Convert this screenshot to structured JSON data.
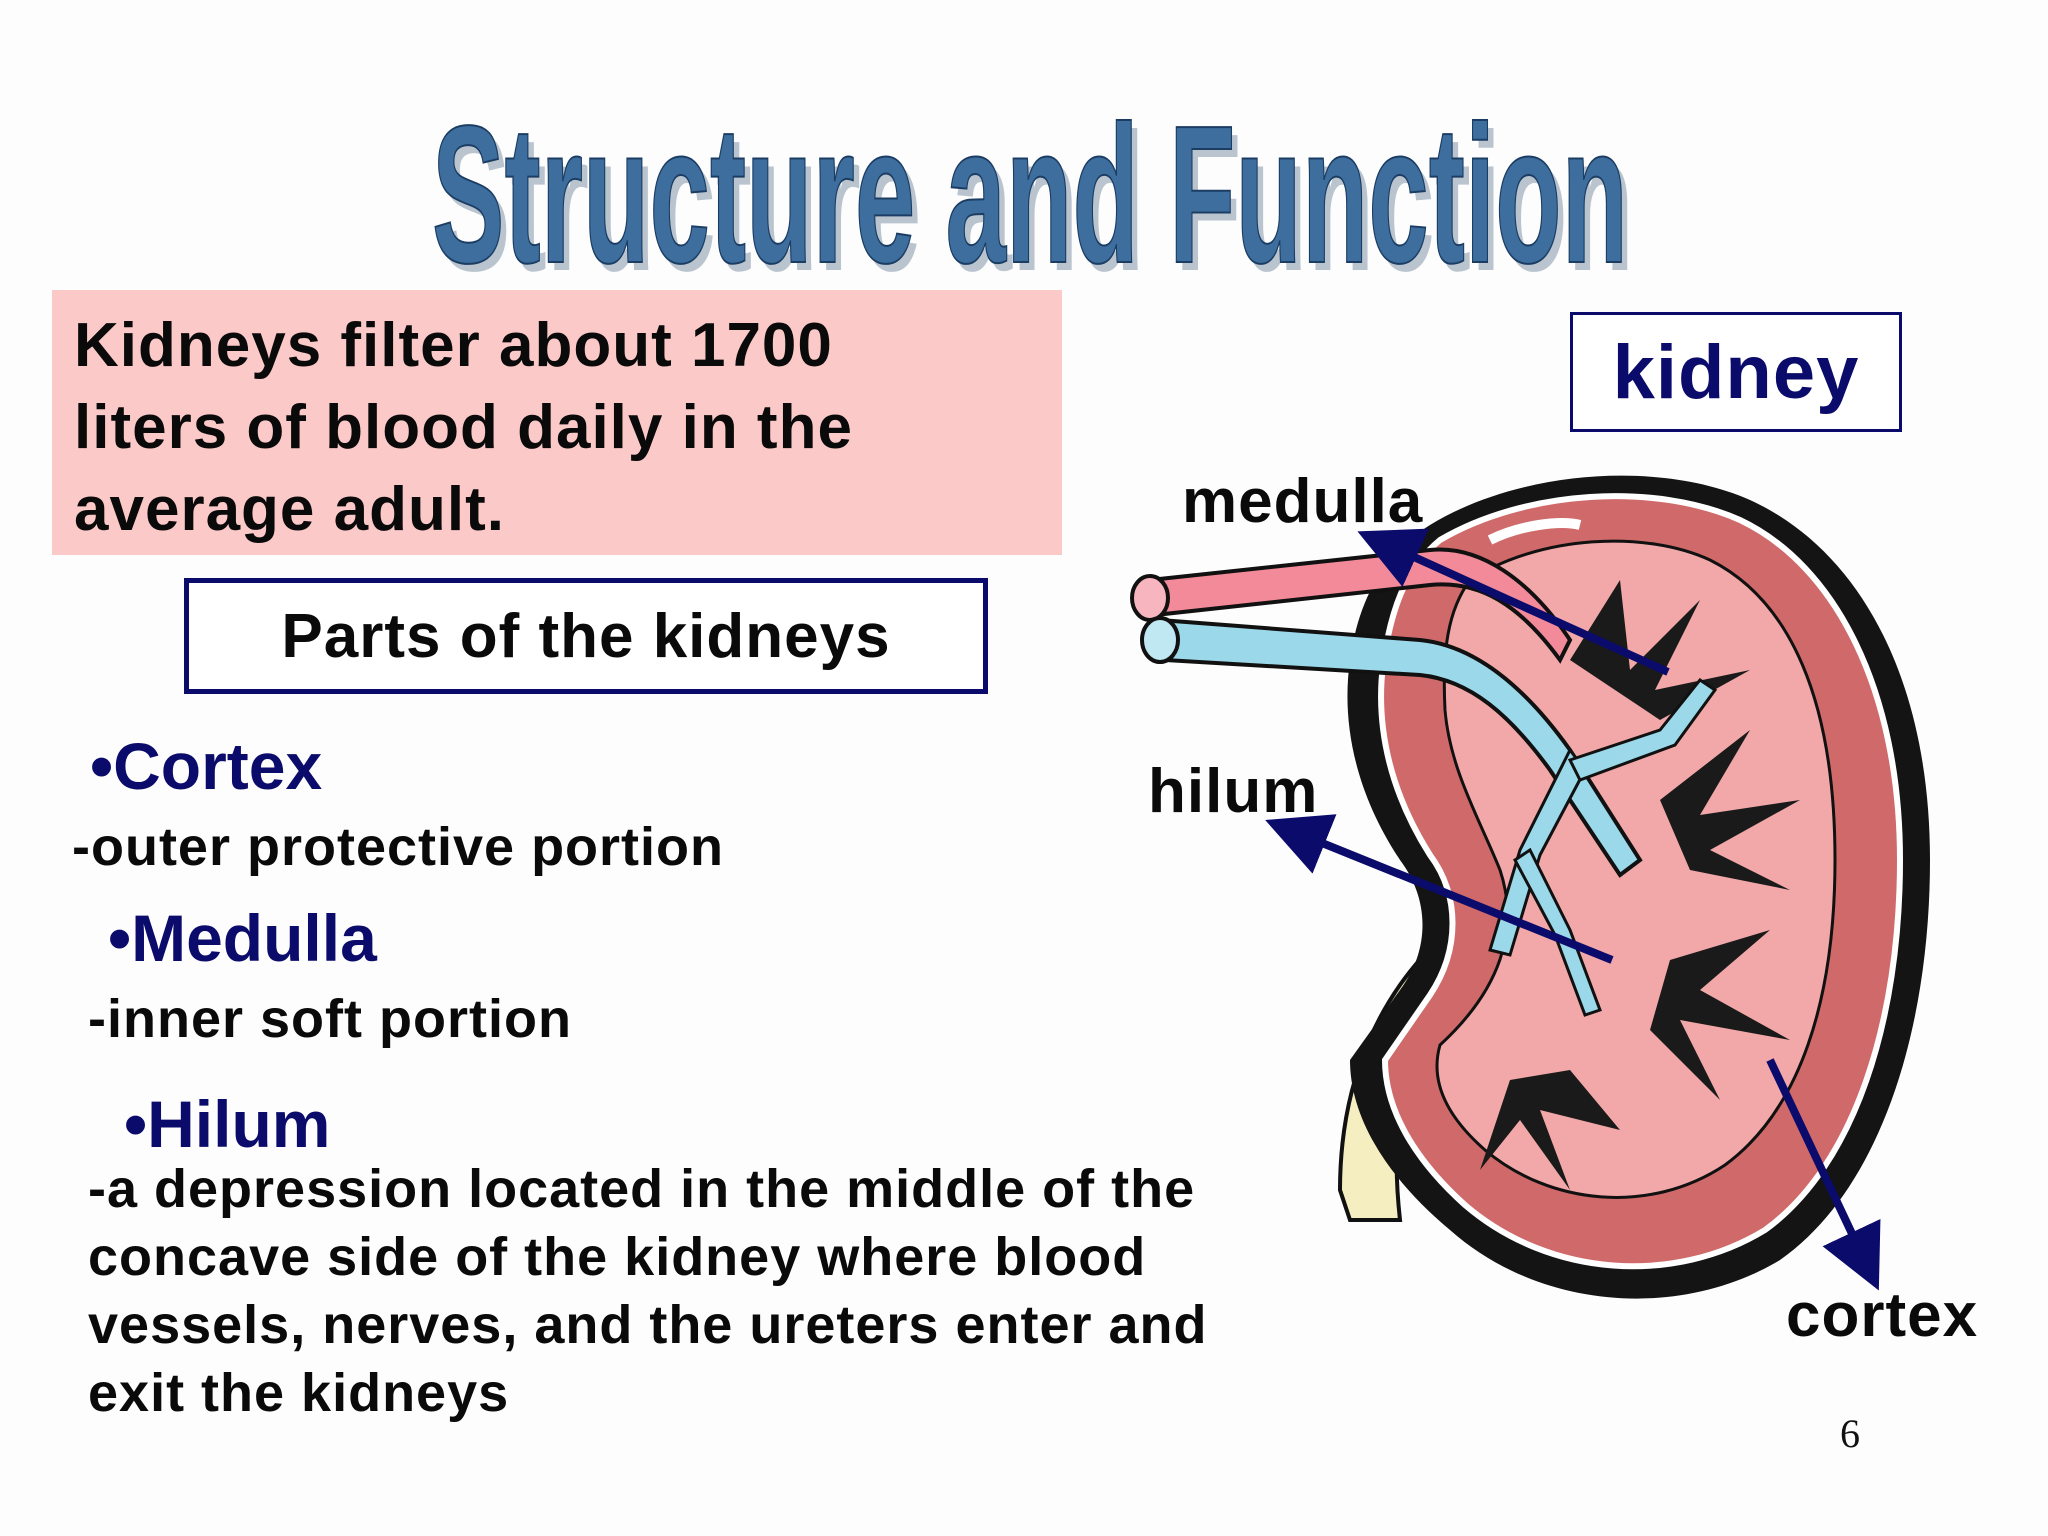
{
  "slide": {
    "title": "Structure and Function",
    "fact_lines": [
      "Kidneys filter about 1700",
      "liters of blood daily in the",
      "average adult."
    ],
    "parts_heading": "Parts of the kidneys",
    "parts": [
      {
        "name": "•Cortex",
        "description": "-outer protective portion"
      },
      {
        "name": "•Medulla",
        "description": "-inner soft portion"
      },
      {
        "name": "•Hilum",
        "description_lines": [
          "-a depression located in the middle of the",
          "concave side of the kidney where blood",
          "vessels, nerves, and the ureters enter and",
          "exit the kidneys"
        ]
      }
    ],
    "page_number": "6"
  },
  "diagram": {
    "box_label": "kidney",
    "labels": {
      "medulla": "medulla",
      "hilum": "hilum",
      "cortex": "cortex"
    },
    "icons": [
      "kidney-illustration",
      "arrow-icon"
    ]
  },
  "colors": {
    "title_blue": "#3e6e9e",
    "fact_background": "#fcc9c9",
    "navy": "#0b0b6b",
    "kidney_red": "#d06a6a",
    "kidney_pink": "#f2a8a8",
    "vein_blue": "#9ad8ea"
  }
}
